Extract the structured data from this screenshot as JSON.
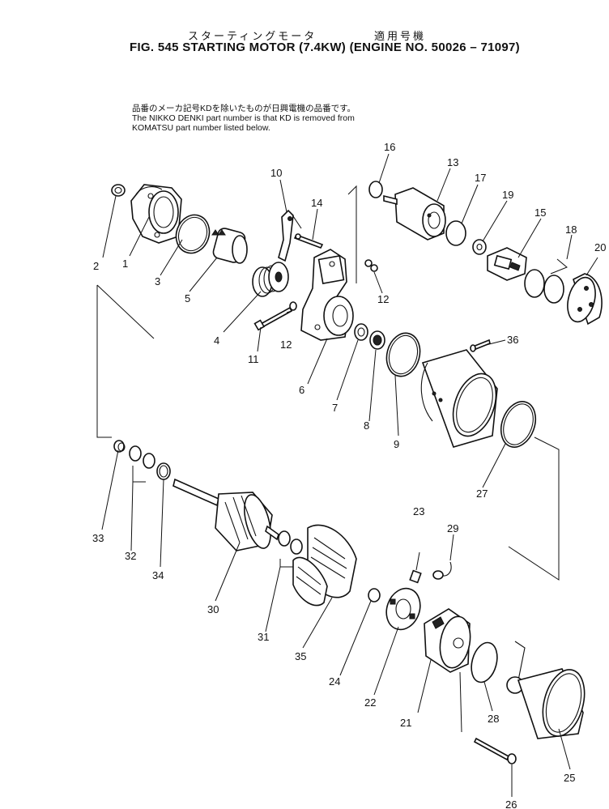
{
  "header": {
    "title_jp": "スターティングモータ",
    "title_jp_applicable": "適用号機",
    "title_en": "FIG. 545  STARTING MOTOR (7.4KW) (ENGINE NO. 50026 – 71097)"
  },
  "notes": {
    "jp": "品番のメーカ記号KDを除いたものが日興電機の品番です。",
    "en_line1": "The NIKKO DENKI part number is that KD is removed from",
    "en_line2": "KOMATSU part number listed below."
  },
  "callouts": [
    {
      "id": "p1",
      "label": "1"
    },
    {
      "id": "p2",
      "label": "2"
    },
    {
      "id": "p3",
      "label": "3"
    },
    {
      "id": "p4",
      "label": "4"
    },
    {
      "id": "p5",
      "label": "5"
    },
    {
      "id": "p6",
      "label": "6"
    },
    {
      "id": "p7",
      "label": "7"
    },
    {
      "id": "p8",
      "label": "8"
    },
    {
      "id": "p9",
      "label": "9"
    },
    {
      "id": "p10",
      "label": "10"
    },
    {
      "id": "p11",
      "label": "11"
    },
    {
      "id": "p12a",
      "label": "12"
    },
    {
      "id": "p12b",
      "label": "12"
    },
    {
      "id": "p13",
      "label": "13"
    },
    {
      "id": "p14",
      "label": "14"
    },
    {
      "id": "p15",
      "label": "15"
    },
    {
      "id": "p16",
      "label": "16"
    },
    {
      "id": "p17",
      "label": "17"
    },
    {
      "id": "p18",
      "label": "18"
    },
    {
      "id": "p19",
      "label": "19"
    },
    {
      "id": "p20",
      "label": "20"
    },
    {
      "id": "p21",
      "label": "21"
    },
    {
      "id": "p22",
      "label": "22"
    },
    {
      "id": "p23",
      "label": "23"
    },
    {
      "id": "p24",
      "label": "24"
    },
    {
      "id": "p25",
      "label": "25"
    },
    {
      "id": "p26",
      "label": "26"
    },
    {
      "id": "p27",
      "label": "27"
    },
    {
      "id": "p28",
      "label": "28"
    },
    {
      "id": "p29",
      "label": "29"
    },
    {
      "id": "p30",
      "label": "30"
    },
    {
      "id": "p31",
      "label": "31"
    },
    {
      "id": "p32",
      "label": "32"
    },
    {
      "id": "p33",
      "label": "33"
    },
    {
      "id": "p34",
      "label": "34"
    },
    {
      "id": "p35",
      "label": "35"
    },
    {
      "id": "p36",
      "label": "36"
    }
  ]
}
